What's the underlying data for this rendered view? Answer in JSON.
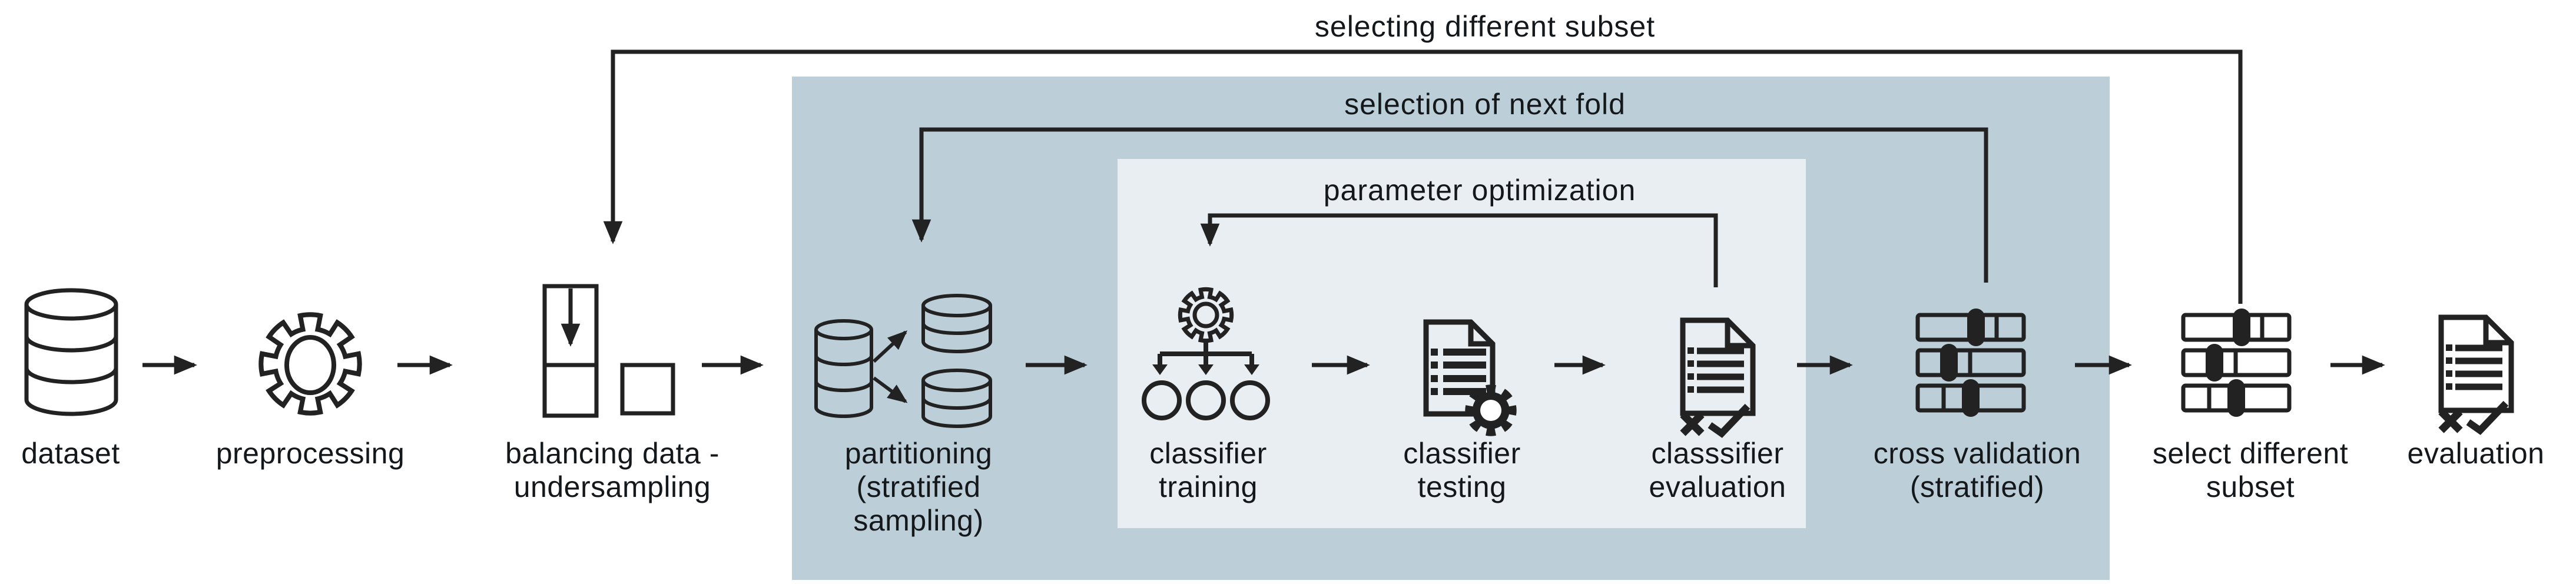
{
  "colors": {
    "background": "#ffffff",
    "outer_box": "#bccfd9",
    "inner_box": "#e9eef2",
    "line": "#222222",
    "text": "#15181b"
  },
  "loops": [
    {
      "id": "selecting-different-subset",
      "label": "selecting different subset"
    },
    {
      "id": "selection-of-next-fold",
      "label": "selection of next fold"
    },
    {
      "id": "parameter-optimization",
      "label": "parameter optimization"
    }
  ],
  "nodes": [
    {
      "id": "dataset",
      "icon": "database-icon",
      "lines": [
        "dataset"
      ]
    },
    {
      "id": "preprocessing",
      "icon": "gear-icon",
      "lines": [
        "preprocessing"
      ]
    },
    {
      "id": "balancing-undersampling",
      "icon": "balancing-bars-icon",
      "lines": [
        "balancing data -",
        "undersampling"
      ]
    },
    {
      "id": "partitioning",
      "icon": "partitioning-split-icon",
      "lines": [
        "partitioning",
        "(stratified",
        "sampling)"
      ]
    },
    {
      "id": "classifier-training",
      "icon": "gear-hierarchy-icon",
      "lines": [
        "classifier",
        "training"
      ]
    },
    {
      "id": "classifier-testing",
      "icon": "document-gear-icon",
      "lines": [
        "classifier",
        "testing"
      ]
    },
    {
      "id": "classifier-evaluation",
      "icon": "document-check-icon",
      "lines": [
        "classsifier",
        "evaluation"
      ]
    },
    {
      "id": "cross-validation",
      "icon": "sliders-icon",
      "lines": [
        "cross validation",
        "(stratified)"
      ]
    },
    {
      "id": "select-different-subset",
      "icon": "sliders-icon",
      "lines": [
        "select different",
        "subset"
      ]
    },
    {
      "id": "evaluation",
      "icon": "document-check-icon",
      "lines": [
        "evaluation"
      ]
    }
  ]
}
